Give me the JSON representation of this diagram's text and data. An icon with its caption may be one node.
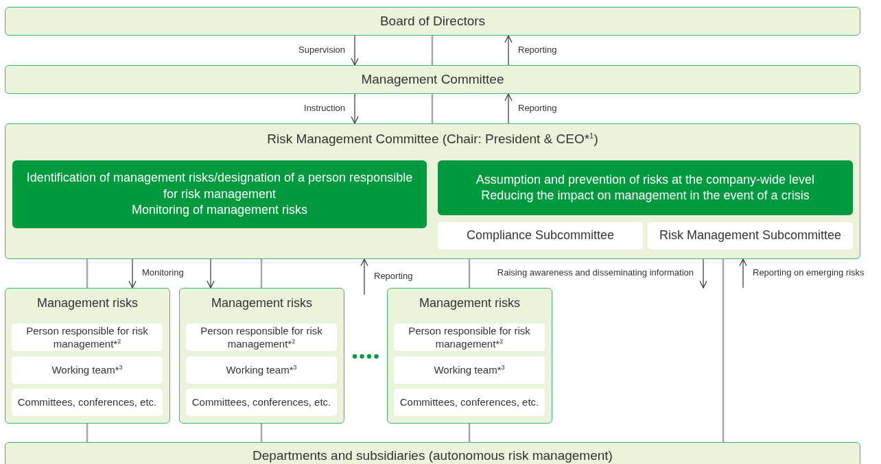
{
  "diagram": {
    "nodes": [
      {
        "text": [
          "Board of Directors"
        ]
      },
      {
        "text": [
          "Management Committee"
        ]
      },
      {
        "text": [
          "Risk Management Committee (Chair: President & CEO*$^{1}$)"
        ]
      },
      {
        "text": [
          "Identification of management risks/designation of a person responsible for risk management",
          "Monitoring of management risks"
        ],
        "in": 2
      },
      {
        "text": [
          "Assumption and prevention of risks at the company-wide level",
          "Reducing the impact on management in the event of a crisis"
        ],
        "in": 2
      },
      {
        "text": [
          "Compliance Subcommittee"
        ],
        "in": 2
      },
      {
        "text": [
          "Risk Management Subcommittee"
        ],
        "in": 2
      },
      {
        "text": [
          "Management risks"
        ]
      },
      {
        "text": [
          "Person responsible for risk management*$^{2}$"
        ],
        "in": 7
      },
      {
        "text": [
          "Working team*$^{3}$"
        ],
        "in": 7
      },
      {
        "text": [
          "Committees, conferences, etc."
        ],
        "in": 7
      },
      {
        "text": [
          "Management risks"
        ]
      },
      {
        "text": [
          "Person responsible for risk management*$^{2}$"
        ],
        "in": 11
      },
      {
        "text": [
          "Working team*$^{3}$"
        ],
        "in": 11
      },
      {
        "text": [
          "Committees, conferences, etc."
        ],
        "in": 11
      },
      {
        "text": [
          "Management risks"
        ]
      },
      {
        "text": [
          "Person responsible for risk management*$^{2}$"
        ],
        "in": 15
      },
      {
        "text": [
          "Working team*$^{3}$"
        ],
        "in": 15
      },
      {
        "text": [
          "Committees, conferences, etc."
        ],
        "in": 15
      },
      {
        "text": [
          "Departments and subsidiaries (autonomous risk management)"
        ]
      }
    ],
    "edges": [
      {
        "from": 0,
        "to": 1,
        "arrow": "to",
        "label": "Supervision"
      },
      {
        "from": 1,
        "to": 0,
        "arrow": "to",
        "label": "Reporting"
      },
      {
        "from": 0,
        "to": 1,
        "arrow": "none",
        "color": "#a6a6a6"
      },
      {
        "from": 1,
        "to": 2,
        "arrow": "to",
        "label": "Instruction"
      },
      {
        "from": 2,
        "to": 1,
        "arrow": "to",
        "label": "Reporting"
      },
      {
        "from": 1,
        "to": 2,
        "arrow": "none",
        "color": "#a6a6a6"
      },
      {
        "from": 2,
        "to": 7,
        "arrow": "to",
        "label": "Monitoring"
      },
      {
        "from": 2,
        "to": 11,
        "arrow": "to"
      },
      {
        "from": null,
        "to": 2,
        "arrow": "to",
        "label": "Reporting"
      },
      {
        "from": 2,
        "to": null,
        "arrow": "to",
        "label": "Raising awareness and disseminating information"
      },
      {
        "from": null,
        "to": 2,
        "arrow": "to",
        "label": "Reporting on emerging risks"
      },
      {
        "from": 2,
        "to": 7,
        "arrow": "none",
        "color": "#a6a6a6"
      },
      {
        "from": 2,
        "to": 11,
        "arrow": "none",
        "color": "#a6a6a6"
      },
      {
        "from": 2,
        "to": 15,
        "arrow": "none",
        "color": "#a6a6a6"
      },
      {
        "from": 7,
        "to": 19,
        "arrow": "none",
        "color": "#a6a6a6"
      },
      {
        "from": 11,
        "to": 19,
        "arrow": "none",
        "color": "#a6a6a6"
      },
      {
        "from": 15,
        "to": 19,
        "arrow": "none",
        "color": "#a6a6a6"
      },
      {
        "from": 2,
        "to": 19,
        "arrow": "none",
        "color": "#a6a6a6"
      }
    ]
  }
}
